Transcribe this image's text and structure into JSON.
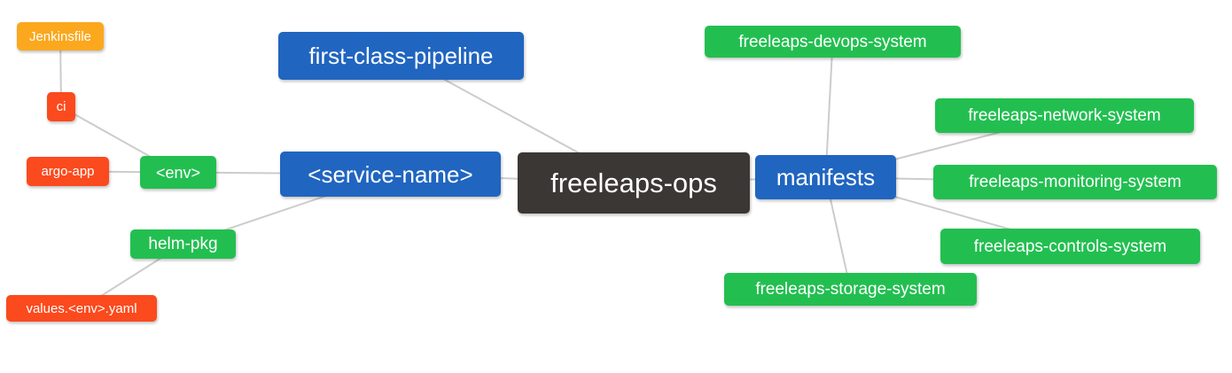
{
  "palette": {
    "branch_blue": "#2065c0",
    "leaf_green": "#22bf50",
    "jenkins_orange": "#fba81e",
    "leaf_red_orange": "#fb4a1d",
    "root_dark": "#3a3734",
    "edge_gray": "#cccccc"
  },
  "nodes": {
    "freeleaps_ops": {
      "label": "freeleaps-ops",
      "color": "root_dark"
    },
    "first_class_pipeline": {
      "label": "first-class-pipeline",
      "color": "branch_blue"
    },
    "service_name": {
      "label": "<service-name>",
      "color": "branch_blue"
    },
    "manifests": {
      "label": "manifests",
      "color": "branch_blue"
    },
    "env": {
      "label": "<env>",
      "color": "leaf_green"
    },
    "helm_pkg": {
      "label": "helm-pkg",
      "color": "leaf_green"
    },
    "ci": {
      "label": "ci",
      "color": "leaf_red_orange"
    },
    "argo_app": {
      "label": "argo-app",
      "color": "leaf_red_orange"
    },
    "jenkinsfile": {
      "label": "Jenkinsfile",
      "color": "jenkins_orange"
    },
    "values_yaml": {
      "label": "values.<env>.yaml",
      "color": "leaf_red_orange"
    },
    "devops": {
      "label": "freeleaps-devops-system",
      "color": "leaf_green"
    },
    "network": {
      "label": "freeleaps-network-system",
      "color": "leaf_green"
    },
    "monitoring": {
      "label": "freeleaps-monitoring-system",
      "color": "leaf_green"
    },
    "controls": {
      "label": "freeleaps-controls-system",
      "color": "leaf_green"
    },
    "storage": {
      "label": "freeleaps-storage-system",
      "color": "leaf_green"
    }
  },
  "edges": [
    [
      "jenkinsfile",
      "ci"
    ],
    [
      "ci",
      "env"
    ],
    [
      "argo_app",
      "env"
    ],
    [
      "env",
      "service_name"
    ],
    [
      "helm_pkg",
      "service_name"
    ],
    [
      "values_yaml",
      "helm_pkg"
    ],
    [
      "service_name",
      "freeleaps_ops"
    ],
    [
      "first_class_pipeline",
      "freeleaps_ops"
    ],
    [
      "freeleaps_ops",
      "manifests"
    ],
    [
      "manifests",
      "devops"
    ],
    [
      "manifests",
      "network"
    ],
    [
      "manifests",
      "monitoring"
    ],
    [
      "manifests",
      "controls"
    ],
    [
      "manifests",
      "storage"
    ]
  ]
}
